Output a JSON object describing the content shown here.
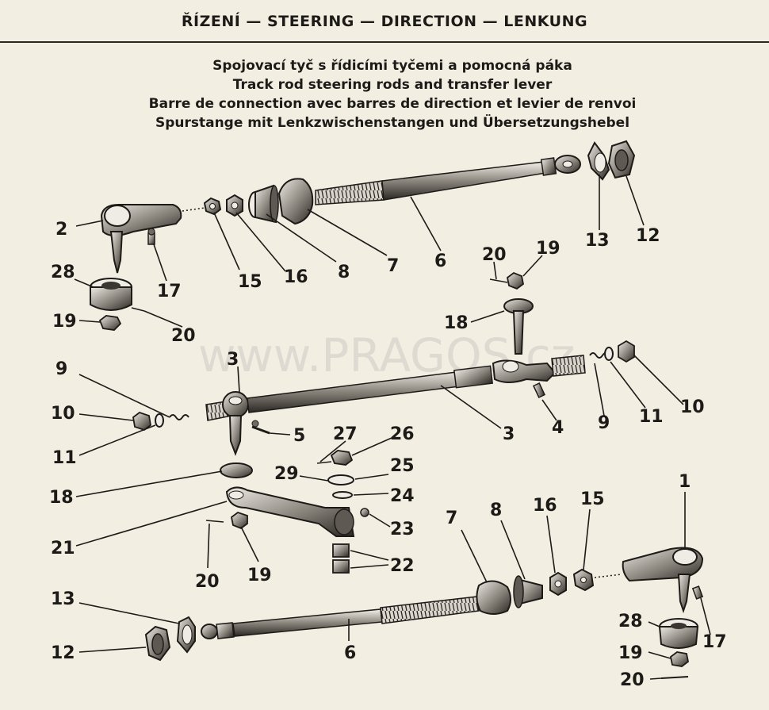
{
  "header": {
    "title": "ŘÍZENÍ — STEERING — DIRECTION — LENKUNG"
  },
  "subtitles": [
    "Spojovací tyč s řídicími tyčemi a pomocná páka",
    "Track rod steering rods and transfer lever",
    "Barre de connection avec barres de direction et levier de renvoi",
    "Spurstange mit Lenkzwischenstangen und Übersetzungshebel"
  ],
  "watermark": "www.PRAGOS.cz",
  "labels": {
    "l2": "2",
    "l15a": "15",
    "l16a": "16",
    "l8a": "8",
    "l7a": "7",
    "l6a": "6",
    "l13a": "13",
    "l12a": "12",
    "l17a": "17",
    "l28a": "28",
    "l19a": "19",
    "l20a": "20",
    "l20b": "20",
    "l19b": "19",
    "l18a": "18",
    "l3a": "3",
    "l9a": "9",
    "l10a": "10",
    "l11a": "11",
    "l5": "5",
    "l3b": "3",
    "l4": "4",
    "l9b": "9",
    "l11b": "11",
    "l10b": "10",
    "l27": "27",
    "l26": "26",
    "l29": "29",
    "l25": "25",
    "l24": "24",
    "l18b": "18",
    "l23": "23",
    "l21": "21",
    "l20c": "20",
    "l19c": "19",
    "l22": "22",
    "l7b": "7",
    "l8b": "8",
    "l16b": "16",
    "l15b": "15",
    "l1": "1",
    "l13b": "13",
    "l12b": "12",
    "l6b": "6",
    "l28b": "28",
    "l17b": "17",
    "l19d": "19",
    "l20d": "20"
  }
}
